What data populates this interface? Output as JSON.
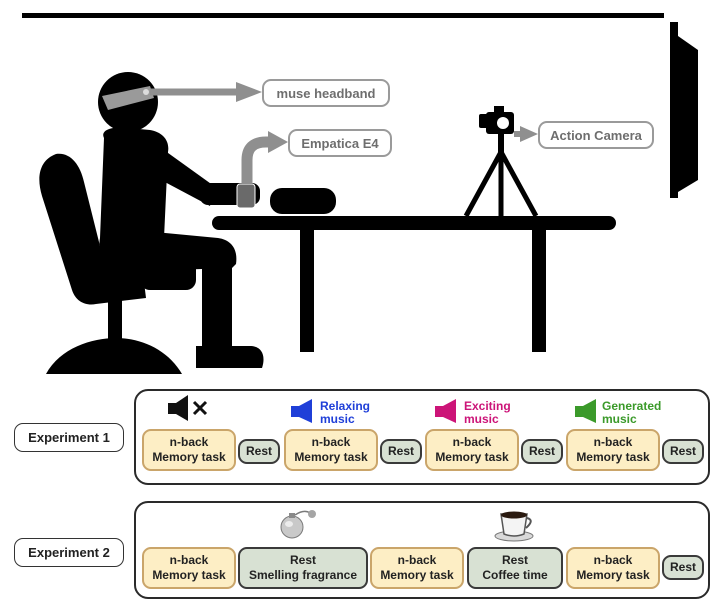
{
  "scene": {
    "labels": {
      "muse": "muse headband",
      "empatica": "Empatica E4",
      "camera": "Action Camera"
    }
  },
  "experiment1": {
    "label": "Experiment 1",
    "music": [
      {
        "line1": "",
        "line2": "",
        "color": "#111111",
        "icon": "speaker-muted-icon"
      },
      {
        "line1": "Relaxing",
        "line2": "music",
        "color": "#1f3fd8",
        "icon": "speaker-blue-icon"
      },
      {
        "line1": "Exciting",
        "line2": "music",
        "color": "#cc1478",
        "icon": "speaker-magenta-icon"
      },
      {
        "line1": "Generated",
        "line2": "music",
        "color": "#3b9a2a",
        "icon": "speaker-green-icon"
      }
    ],
    "blocks": [
      {
        "l1": "n-back",
        "l2": "Memory task"
      },
      {
        "l1": "Rest"
      },
      {
        "l1": "n-back",
        "l2": "Memory task"
      },
      {
        "l1": "Rest"
      },
      {
        "l1": "n-back",
        "l2": "Memory task"
      },
      {
        "l1": "Rest"
      },
      {
        "l1": "n-back",
        "l2": "Memory task"
      },
      {
        "l1": "Rest"
      }
    ]
  },
  "experiment2": {
    "label": "Experiment 2",
    "icons": [
      "perfume-bottle-icon",
      "coffee-cup-icon"
    ],
    "blocks": [
      {
        "l1": "n-back",
        "l2": "Memory task"
      },
      {
        "l1": "Rest",
        "l2": "Smelling fragrance"
      },
      {
        "l1": "n-back",
        "l2": "Memory task"
      },
      {
        "l1": "Rest",
        "l2": "Coffee time"
      },
      {
        "l1": "n-back",
        "l2": "Memory task"
      },
      {
        "l1": "Rest"
      }
    ]
  }
}
